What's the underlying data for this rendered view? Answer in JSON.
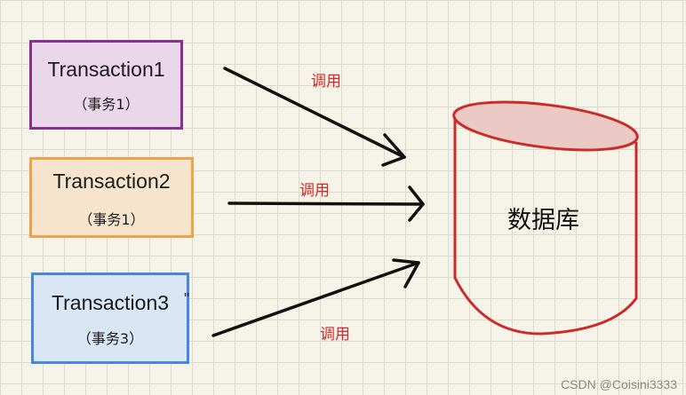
{
  "transactions": [
    {
      "title": "Transaction1",
      "subtitle": "（事务1）",
      "border": "#8a2f8f",
      "fill": "#ead8ea"
    },
    {
      "title": "Transaction2",
      "subtitle": "（事务1）",
      "border": "#f0a14a",
      "fill": "#f7e4cd"
    },
    {
      "title": "Transaction3",
      "subtitle": "（事务3）",
      "border": "#4486e5",
      "fill": "#d8e6f6"
    }
  ],
  "stray_mark": "\"",
  "arrow_labels": [
    "调用",
    "调用",
    "调用"
  ],
  "arrow_label_color": "#d02a2a",
  "database": {
    "label": "数据库",
    "border": "#cc2b2b",
    "top_fill": "#ebc9c4"
  },
  "watermark": "CSDN @Coisini3333"
}
